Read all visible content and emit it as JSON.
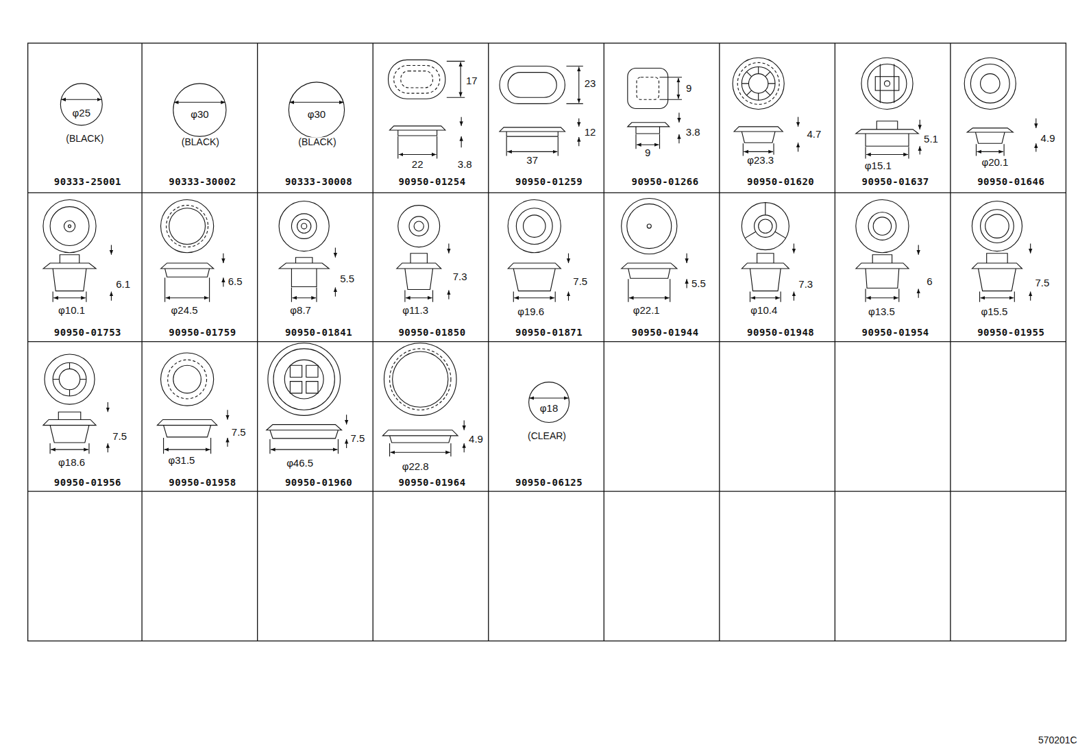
{
  "diagram": {
    "labels": [
      "φ25",
      "(BLACK)",
      "90333-25001",
      "φ30",
      "(BLACK)",
      "90333-30002",
      "φ30",
      "(BLACK)",
      "90333-30008",
      "17",
      "22",
      "3.8",
      "90950-01254",
      "23",
      "12",
      "37",
      "90950-01259",
      "9",
      "3.8",
      "9",
      "90950-01266",
      "4.7",
      "φ23.3",
      "90950-01620",
      "5.1",
      "φ15.1",
      "90950-01637",
      "4.9",
      "φ20.1",
      "90950-01646",
      "6.1",
      "φ10.1",
      "90950-01753",
      "6.5",
      "φ24.5",
      "90950-01759",
      "5.5",
      "φ8.7",
      "90950-01841",
      "7.3",
      "φ11.3",
      "90950-01850",
      "7.5",
      "φ19.6",
      "90950-01871",
      "5.5",
      "φ22.1",
      "90950-01944",
      "7.3",
      "φ10.4",
      "90950-01948",
      "6",
      "φ13.5",
      "90950-01954",
      "7.5",
      "φ15.5",
      "90950-01955",
      "7.5",
      "φ18.6",
      "90950-01956",
      "7.5",
      "φ31.5",
      "90950-01958",
      "7.5",
      "φ46.5",
      "90950-01960",
      "4.9",
      "φ22.8",
      "90950-01964",
      "φ18",
      "(CLEAR)",
      "90950-06125",
      "570201C"
    ]
  }
}
